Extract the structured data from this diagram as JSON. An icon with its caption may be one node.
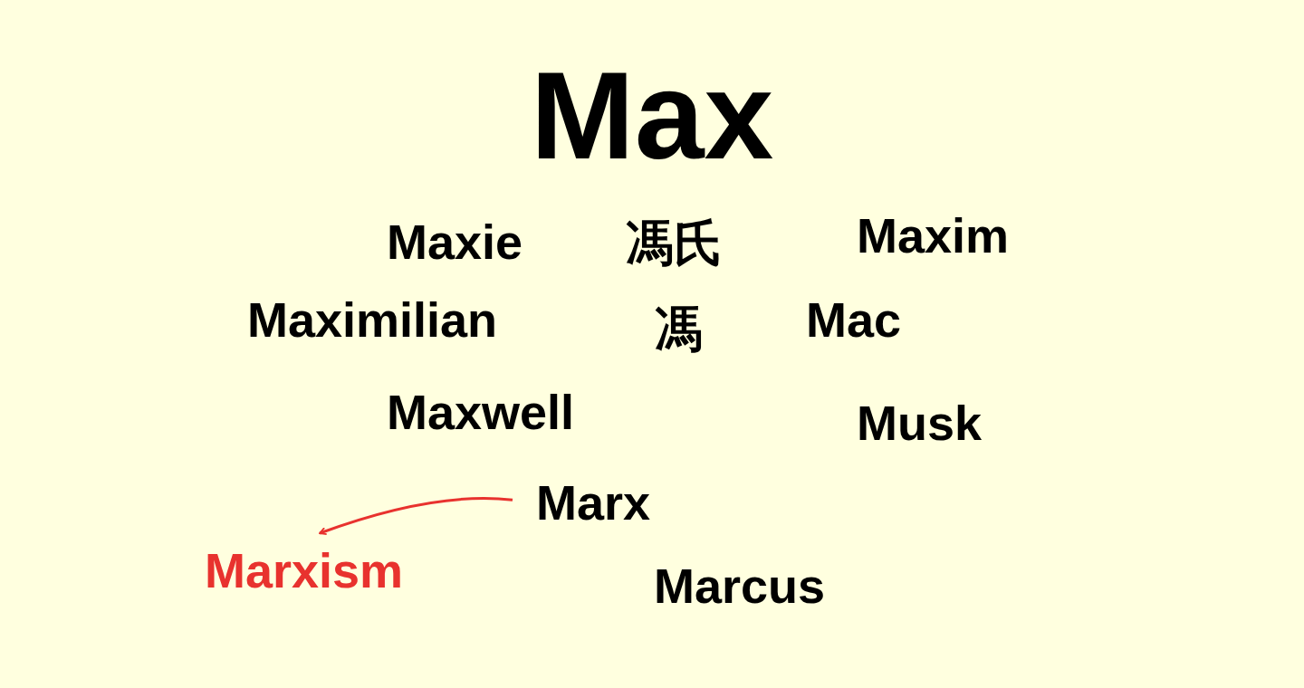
{
  "diagram": {
    "title": "Max",
    "nodes": [
      {
        "text": [
          "Marx"
        ]
      },
      {
        "text": [
          "Marxism"
        ]
      }
    ],
    "edges": [
      {
        "from": 0,
        "to": 1,
        "arrow": "to",
        "color": "#e8322e"
      }
    ],
    "labels": [
      "Maxie",
      "馮氏",
      "Maxim",
      "Maximilian",
      "馮",
      "Mac",
      "Maxwell",
      "Musk",
      "Marcus"
    ]
  }
}
